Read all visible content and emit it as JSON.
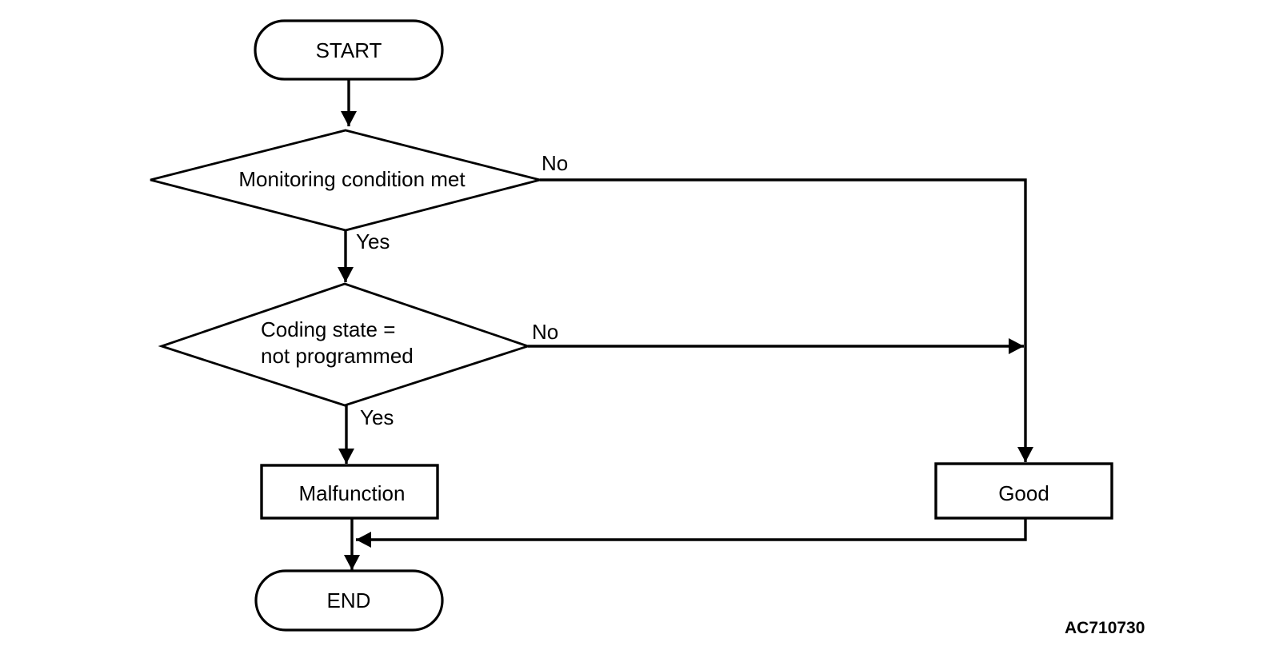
{
  "diagram": {
    "figure_code": "AC710730",
    "nodes": {
      "start": {
        "type": "terminator",
        "label": "START"
      },
      "monitoring": {
        "type": "decision",
        "label": "Monitoring condition met"
      },
      "coding": {
        "type": "decision",
        "line1": "Coding state =",
        "line2": "not programmed"
      },
      "malfunction": {
        "type": "process",
        "label": "Malfunction"
      },
      "good": {
        "type": "process",
        "label": "Good"
      },
      "end": {
        "type": "terminator",
        "label": "END"
      }
    },
    "edge_labels": {
      "monitoring_no": "No",
      "monitoring_yes": "Yes",
      "coding_no": "No",
      "coding_yes": "Yes"
    },
    "colors": {
      "stroke": "#000000",
      "text": "#000000",
      "node_fill": "#ffffff",
      "background": "#ffffff"
    }
  }
}
